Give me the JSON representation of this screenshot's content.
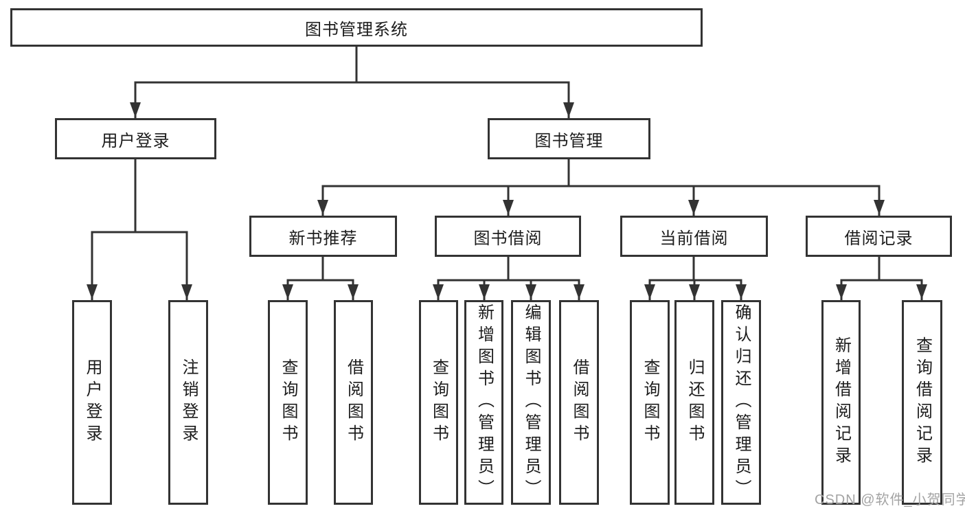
{
  "colors": {
    "line": "#333333",
    "text": "#1c1c1c",
    "background": "#ffffff",
    "watermark": "#a3a3a3"
  },
  "watermark": {
    "text": "CSDN @软件_小贺同学"
  },
  "tree": {
    "root": {
      "label": "图书管理系统",
      "children": [
        {
          "label": "用户登录",
          "children": [
            {
              "label": "用户登录"
            },
            {
              "label": "注销登录"
            }
          ]
        },
        {
          "label": "图书管理",
          "children": [
            {
              "label": "新书推荐",
              "children": [
                {
                  "label": "查询图书"
                },
                {
                  "label": "借阅图书"
                }
              ]
            },
            {
              "label": "图书借阅",
              "children": [
                {
                  "label": "查询图书"
                },
                {
                  "label": "新增图书（管理员）"
                },
                {
                  "label": "编辑图书（管理员）"
                },
                {
                  "label": "借阅图书"
                }
              ]
            },
            {
              "label": "当前借阅",
              "children": [
                {
                  "label": "查询图书"
                },
                {
                  "label": "归还图书"
                },
                {
                  "label": "确认归还（管理员）"
                }
              ]
            },
            {
              "label": "借阅记录",
              "children": [
                {
                  "label": "新增借阅记录"
                },
                {
                  "label": "查询借阅记录"
                }
              ]
            }
          ]
        }
      ]
    }
  }
}
